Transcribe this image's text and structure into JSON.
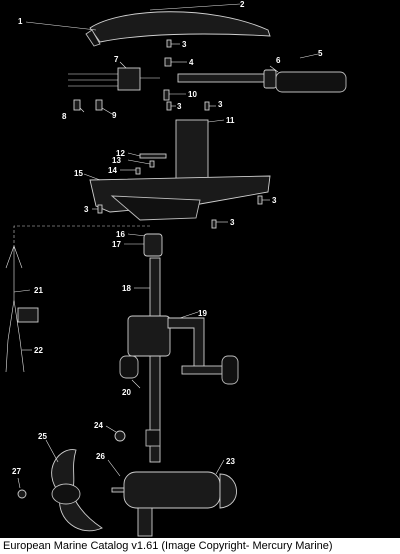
{
  "callouts": {
    "c1": "1",
    "c2": "2",
    "c3a": "3",
    "c4": "4",
    "c5": "5",
    "c6": "6",
    "c7": "7",
    "c8": "8",
    "c9": "9",
    "c10": "10",
    "c3b": "3",
    "c3c": "3",
    "c11": "11",
    "c12": "12",
    "c13": "13",
    "c14": "14",
    "c15": "15",
    "c3d": "3",
    "c3e": "3",
    "c3f": "3",
    "c16": "16",
    "c17": "17",
    "c18": "18",
    "c19": "19",
    "c20": "20",
    "c21": "21",
    "c22": "22",
    "c24": "24",
    "c25": "25",
    "c26": "26",
    "c23": "23",
    "c27": "27"
  },
  "caption": "European Marine Catalog v1.61 (Image Copyright- Mercury Marine)"
}
